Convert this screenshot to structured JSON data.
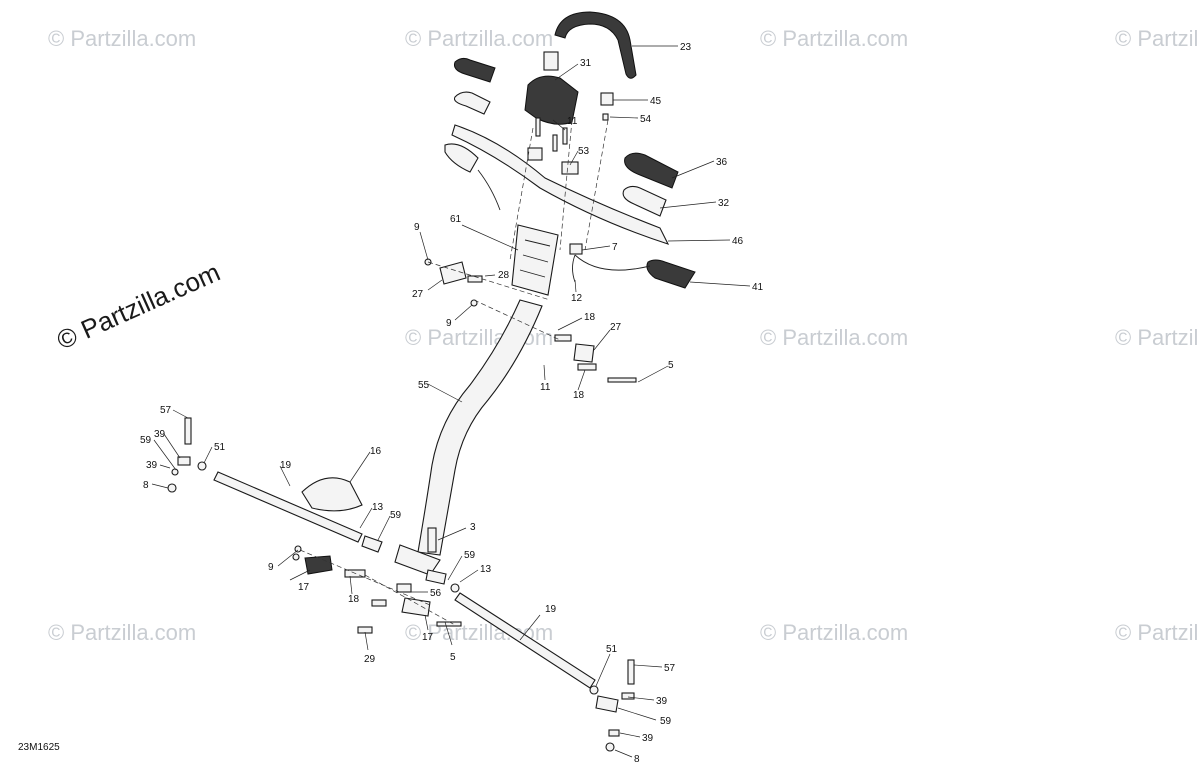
{
  "watermark": {
    "text": "© Partzilla.com",
    "large_text": "© Partzilla.com"
  },
  "diagram_code": "23M1625",
  "callouts": [
    "23",
    "31",
    "45",
    "54",
    "11",
    "53",
    "36",
    "32",
    "46",
    "7",
    "41",
    "12",
    "9",
    "61",
    "28",
    "27",
    "9",
    "18",
    "27",
    "5",
    "11",
    "18",
    "55",
    "57",
    "39",
    "59",
    "51",
    "39",
    "8",
    "19",
    "16",
    "13",
    "59",
    "3",
    "59",
    "13",
    "9",
    "17",
    "18",
    "56",
    "17",
    "5",
    "29",
    "19",
    "51",
    "57",
    "39",
    "59",
    "39",
    "8"
  ],
  "colors": {
    "line": "#1a1a1a",
    "watermark": "#c9cdd2",
    "background": "#ffffff"
  }
}
